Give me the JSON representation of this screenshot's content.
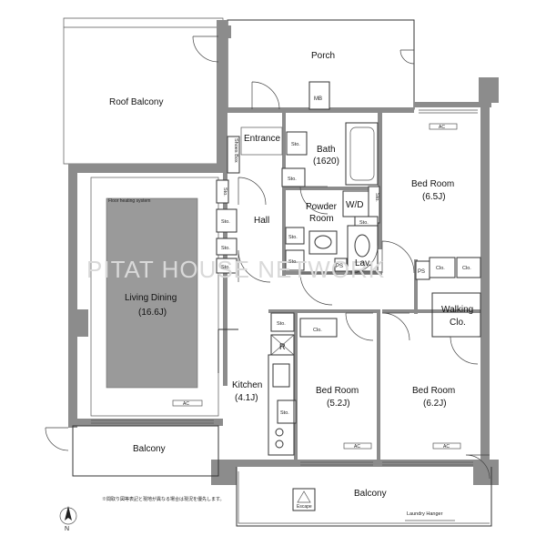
{
  "rooms": {
    "porch": "Porch",
    "roof_balcony": "Roof Balcony",
    "mb": "MB",
    "entrance": "Entrance",
    "bath": "Bath",
    "bath_size": "(1620)",
    "shoes_box": "Shoes Box",
    "bed_room_1": "Bed Room",
    "bed_room_1_size": "(6.5J)",
    "floor_heating": "Floor heating system",
    "hall": "Hall",
    "powder_room_line1": "Powder",
    "powder_room_line2": "Room",
    "wd": "W/D",
    "lav": "Lav.",
    "living_dining": "Living Dining",
    "living_dining_size": "(16.6J)",
    "walking_clo_line1": "Walking",
    "walking_clo_line2": "Clo.",
    "kitchen": "Kitchen",
    "kitchen_size": "(4.1J)",
    "bed_room_2": "Bed Room",
    "bed_room_2_size": "(5.2J)",
    "bed_room_3": "Bed Room",
    "bed_room_3_size": "(6.2J)",
    "balcony_left": "Balcony",
    "balcony_bottom": "Balcony",
    "escape": "Escape",
    "laundry_hanger": "Laundry Hanger"
  },
  "fixtures": {
    "sto": "Sto.",
    "clo": "Clo.",
    "ps": "PS",
    "ac": "AC",
    "r": "R"
  },
  "north": "N",
  "watermark": "PITAT HOUSE NETWORK",
  "note": "※間取り図等表記と現地が異なる場合は現況を優先します。"
}
